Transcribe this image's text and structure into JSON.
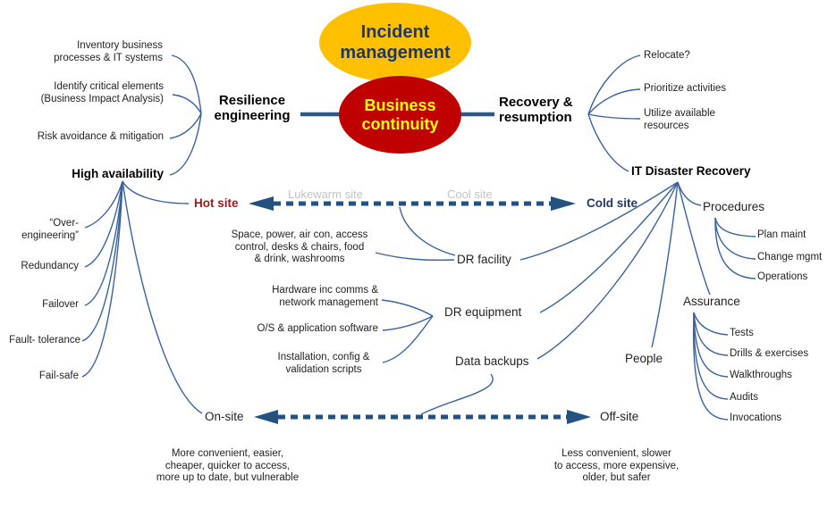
{
  "center": {
    "incident": "Incident\nmanagement",
    "business": "Business\ncontinuity"
  },
  "resilience": {
    "label": "Resilience\nengineering",
    "items": [
      "Inventory business\nprocesses & IT systems",
      "Identify critical elements\n(Business Impact Analysis)",
      "Risk avoidance & mitigation"
    ],
    "high_availability": "High availability",
    "ha_items": [
      "“Over-\nengineering”",
      "Redundancy",
      "Failover",
      "Fault- tolerance",
      "Fail-safe"
    ]
  },
  "recovery": {
    "label": "Recovery &\nresumption",
    "items": [
      "Relocate?",
      "Prioritize activities",
      "Utilize available\nresources"
    ],
    "it_disaster_recovery": "IT Disaster Recovery"
  },
  "site_spectrum": {
    "hot": "Hot site",
    "lukewarm": "Lukewarm site",
    "cool": "Cool site",
    "cold": "Cold site"
  },
  "dr": {
    "facility": {
      "label": "DR facility",
      "items": [
        "Space, power, air con, access\ncontrol, desks & chairs, food\n& drink, washrooms"
      ]
    },
    "equipment": {
      "label": "DR equipment",
      "items": [
        "Hardware inc comms &\nnetwork management",
        "O/S & application software",
        "Installation, config &\nvalidation scripts"
      ]
    },
    "backups": {
      "label": "Data backups"
    },
    "people": {
      "label": "People"
    },
    "procedures": {
      "label": "Procedures",
      "items": [
        "Plan maint",
        "Change mgmt",
        "Operations"
      ]
    },
    "assurance": {
      "label": "Assurance",
      "items": [
        "Tests",
        "Drills & exercises",
        "Walkthroughs",
        "Audits",
        "Invocations"
      ]
    }
  },
  "onsite_spectrum": {
    "on": "On-site",
    "off": "Off-site",
    "on_note": "More convenient, easier,\ncheaper, quicker to access,\nmore up to date, but vulnerable",
    "off_note": "Less convenient, slower\nto access, more expensive,\nolder, but safer"
  },
  "colors": {
    "ellipse_gold": "#FFC000",
    "ellipse_red": "#C00000",
    "navy_text": "#1F3864",
    "hot_red": "#9B1B1B",
    "connector_blue": "#3A639C",
    "arrow_navy": "#235180",
    "center_line": "#2E5984",
    "gray_label": "#C2C2C2"
  }
}
